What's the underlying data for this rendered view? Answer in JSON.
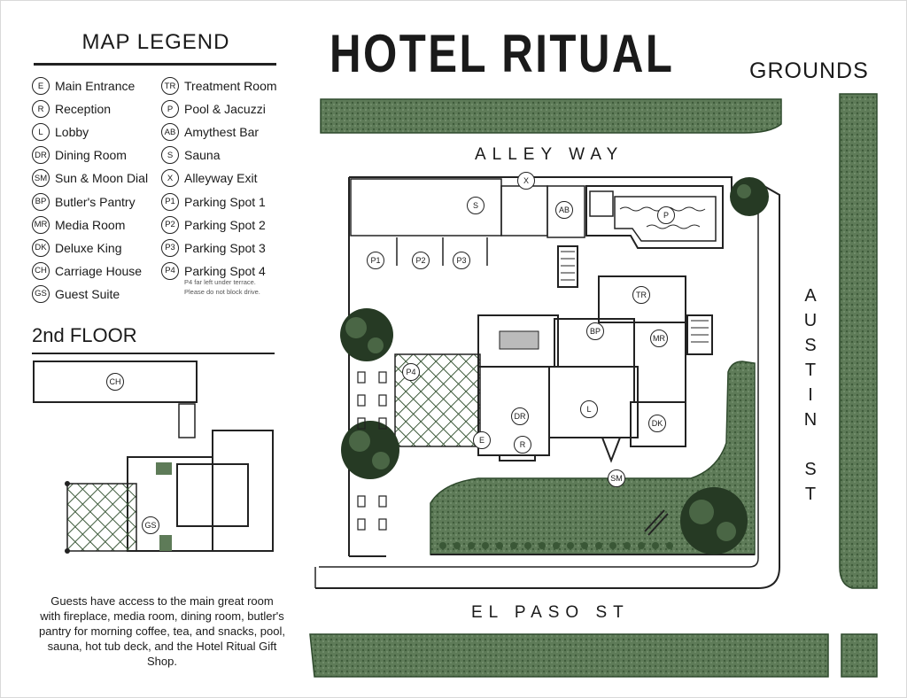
{
  "header": {
    "title": "HOTEL RITUAL",
    "subtitle": "GROUNDS"
  },
  "legend": {
    "title": "MAP LEGEND",
    "left": [
      {
        "code": "E",
        "label": "Main Entrance"
      },
      {
        "code": "R",
        "label": "Reception"
      },
      {
        "code": "L",
        "label": "Lobby"
      },
      {
        "code": "DR",
        "label": "Dining Room"
      },
      {
        "code": "SM",
        "label": "Sun & Moon Dial"
      },
      {
        "code": "BP",
        "label": "Butler's Pantry"
      },
      {
        "code": "MR",
        "label": "Media Room"
      },
      {
        "code": "DK",
        "label": "Deluxe King"
      },
      {
        "code": "CH",
        "label": "Carriage House"
      },
      {
        "code": "GS",
        "label": "Guest Suite"
      }
    ],
    "right": [
      {
        "code": "TR",
        "label": "Treatment Room"
      },
      {
        "code": "P",
        "label": "Pool & Jacuzzi"
      },
      {
        "code": "AB",
        "label": "Amythest Bar"
      },
      {
        "code": "S",
        "label": "Sauna"
      },
      {
        "code": "X",
        "label": "Alleyway Exit"
      },
      {
        "code": "P1",
        "label": "Parking Spot 1"
      },
      {
        "code": "P2",
        "label": "Parking Spot 2"
      },
      {
        "code": "P3",
        "label": "Parking Spot 3"
      },
      {
        "code": "P4",
        "label": "Parking Spot 4"
      }
    ],
    "note_line1": "P4 far left under terrace.",
    "note_line2": "Please do not block drive."
  },
  "second_floor": {
    "title": "2nd FLOOR",
    "labels": {
      "ch": "CH",
      "gs": "GS"
    }
  },
  "description": "Guests have access to the main great room with fireplace, media room, dining room, butler's pantry for morning coffee, tea, and snacks, pool, sauna, hot tub deck, and the Hotel Ritual Gift Shop.",
  "streets": {
    "alley": "ALLEY WAY",
    "el_paso": "EL PASO ST",
    "austin_letters": [
      "A",
      "U",
      "S",
      "T",
      "I",
      "N",
      "",
      "S",
      "T"
    ]
  },
  "map_labels": {
    "x": "X",
    "s": "S",
    "ab": "AB",
    "p": "P",
    "p1": "P1",
    "p2": "P2",
    "p3": "P3",
    "p4": "P4",
    "tr": "TR",
    "bp": "BP",
    "mr": "MR",
    "l": "L",
    "dr": "DR",
    "dk": "DK",
    "e": "E",
    "r": "R",
    "sm": "SM"
  },
  "colors": {
    "grass": "#4f6b4a",
    "grass_dark": "#2f4a2d",
    "hatch": "#3d5a3a",
    "ink": "#1a1a1a"
  }
}
